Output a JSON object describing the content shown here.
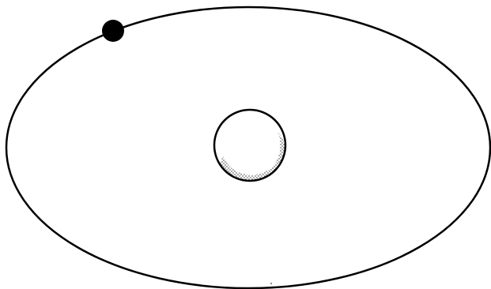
{
  "diagram": {
    "kind": "orbit",
    "elements": {
      "orbit": "elliptical-orbit",
      "central_body": "central-body-shaded",
      "orbiting_body": "orbiting-body-solid"
    },
    "colors": {
      "background": "#ffffff",
      "stroke": "#000000",
      "orbiting_body_fill": "#000000",
      "central_body_fill": "#ffffff",
      "shading_dots": "#000000"
    },
    "texture": {
      "shading": "stippled"
    }
  }
}
